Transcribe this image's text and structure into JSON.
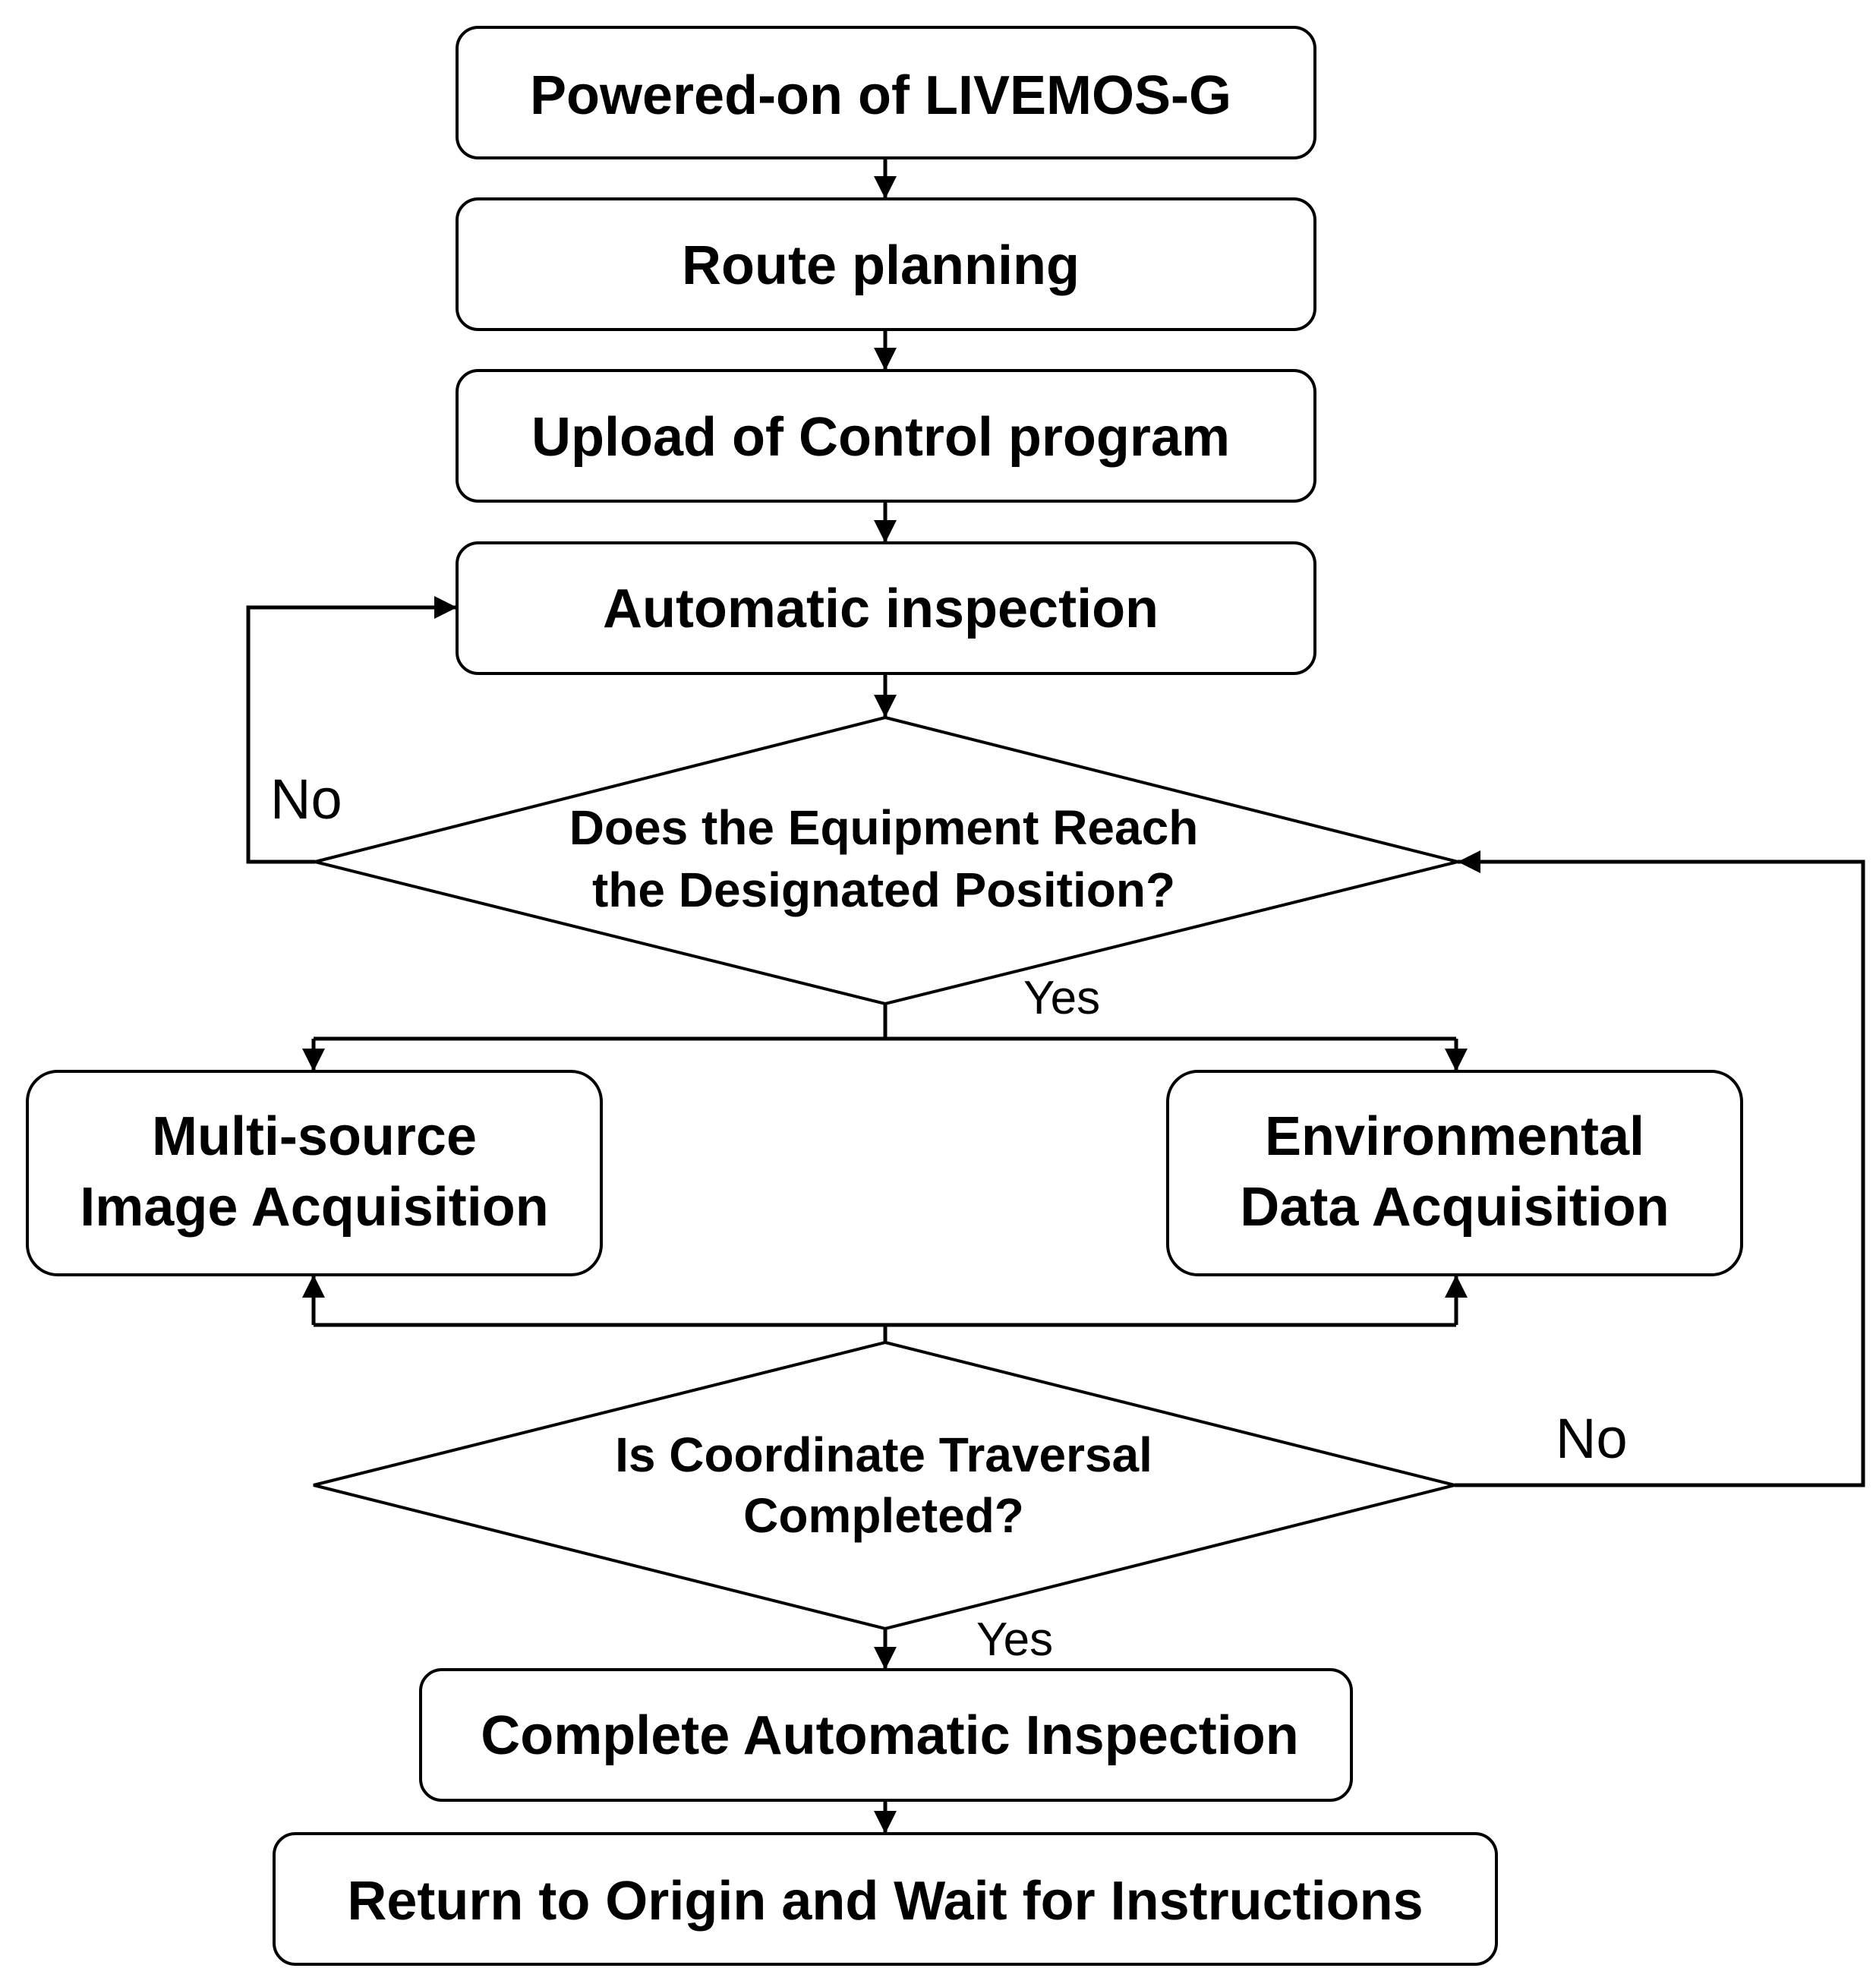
{
  "steps": {
    "power_on": "Powered-on of LIVEMOS-G",
    "route_planning": "Route planning",
    "upload_program": "Upload of Control program",
    "automatic_inspection": "Automatic inspection",
    "image_acquisition": [
      "Multi-source",
      "Image Acquisition"
    ],
    "environmental_acquisition": [
      "Environmental",
      "Data Acquisition"
    ],
    "complete_inspection": "Complete Automatic Inspection",
    "return_origin": "Return to Origin and Wait for Instructions"
  },
  "decisions": {
    "reach_position": [
      "Does the Equipment Reach",
      "the Designated Position?"
    ],
    "traversal_completed": [
      "Is Coordinate Traversal",
      "Completed?"
    ]
  },
  "labels": {
    "no_1": "No",
    "yes_1": "Yes",
    "no_2": "No",
    "yes_2": "Yes"
  }
}
